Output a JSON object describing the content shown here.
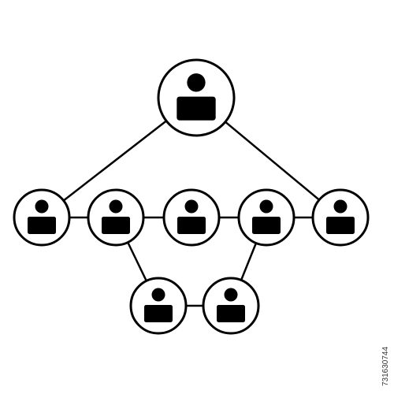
{
  "diagram": {
    "nodes": [
      {
        "id": "root",
        "icon": "person-icon"
      },
      {
        "id": "mid-1",
        "icon": "person-icon"
      },
      {
        "id": "mid-2",
        "icon": "person-icon"
      },
      {
        "id": "mid-3",
        "icon": "person-icon"
      },
      {
        "id": "mid-4",
        "icon": "person-icon"
      },
      {
        "id": "mid-5",
        "icon": "person-icon"
      },
      {
        "id": "bottom-1",
        "icon": "person-icon"
      },
      {
        "id": "bottom-2",
        "icon": "person-icon"
      }
    ],
    "edges": [
      [
        "root",
        "mid-1"
      ],
      [
        "root",
        "mid-5"
      ],
      [
        "mid-1",
        "mid-2"
      ],
      [
        "mid-2",
        "mid-3"
      ],
      [
        "mid-3",
        "mid-4"
      ],
      [
        "mid-4",
        "mid-5"
      ],
      [
        "mid-2",
        "bottom-1"
      ],
      [
        "mid-4",
        "bottom-2"
      ],
      [
        "bottom-1",
        "bottom-2"
      ]
    ]
  },
  "colors": {
    "stroke": "#000000",
    "fill": "#ffffff",
    "icon": "#000000"
  },
  "side_id": "731630744"
}
